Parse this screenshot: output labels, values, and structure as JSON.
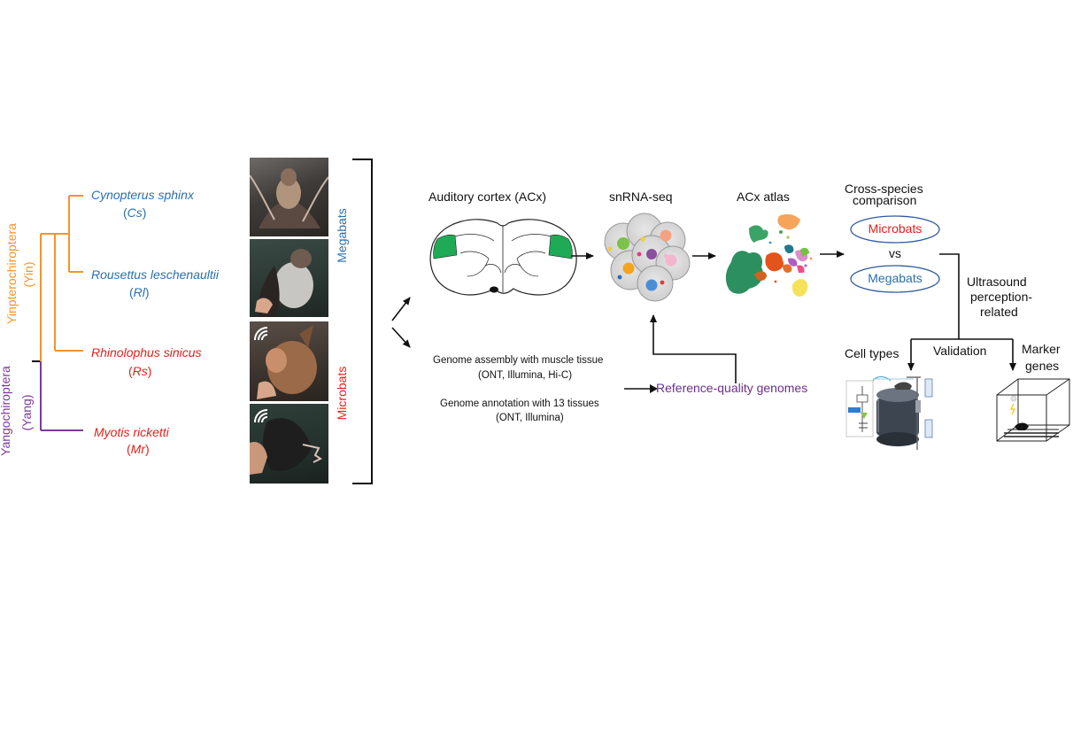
{
  "colors": {
    "yin": "#f0962a",
    "yang": "#7a3a9c",
    "megabat_text": "#2a6fad",
    "microbat_text": "#e3211c",
    "reference_genomes": "#6c2e91",
    "acx_highlight": "#1faa55"
  },
  "phylogeny": {
    "yin_label": "Yinpterochiroptera",
    "yin_abbr": "(Yin)",
    "yang_label": "Yangochiroptera",
    "yang_abbr": "(Yang)",
    "species": [
      {
        "name": "Cynopterus sphinx",
        "abbr": "Cs",
        "group": "megabat"
      },
      {
        "name": "Rousettus leschenaultii",
        "abbr": "Rl",
        "group": "megabat"
      },
      {
        "name": "Rhinolophus sinicus",
        "abbr": "Rs",
        "group": "microbat"
      },
      {
        "name": "Myotis ricketti",
        "abbr": "Mr",
        "group": "microbat"
      }
    ]
  },
  "groups": {
    "megabats": "Megabats",
    "microbats": "Microbats"
  },
  "photos": [
    {
      "subject": "Cynopterus sphinx bat photo",
      "echolocation_icon": false
    },
    {
      "subject": "Rousettus leschenaultii bat photo",
      "echolocation_icon": false
    },
    {
      "subject": "Rhinolophus sinicus bat photo",
      "echolocation_icon": true
    },
    {
      "subject": "Myotis ricketti bat photo",
      "echolocation_icon": true
    }
  ],
  "pipeline": {
    "acx_label": "Auditory cortex (ACx)",
    "snrna_label": "snRNA-seq",
    "atlas_label": "ACx atlas",
    "cross_species_line1": "Cross-species",
    "cross_species_line2": "comparison",
    "microbats_oval": "Microbats",
    "vs": "vs",
    "megabats_oval": "Megabats",
    "ultrasound_line1": "Ultrasound",
    "ultrasound_line2": "perception-",
    "ultrasound_line3": "related",
    "cell_types": "Cell types",
    "validation": "Validation",
    "marker_line1": "Marker",
    "marker_line2": "genes"
  },
  "genome": {
    "assembly_line1": "Genome assembly with muscle tissue",
    "assembly_line2": "(ONT, Illumina, Hi-C)",
    "annotation_line1": "Genome annotation with 13 tissues",
    "annotation_line2": "(ONT, Illumina)",
    "reference": "Reference-quality genomes"
  }
}
